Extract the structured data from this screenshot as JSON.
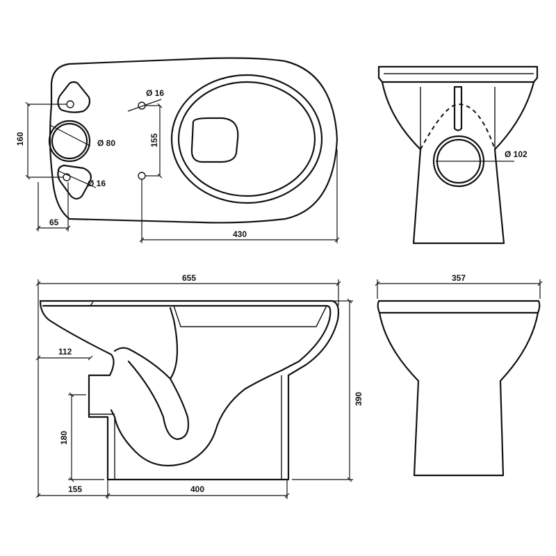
{
  "top_view": {
    "dim_160": "160",
    "dim_155": "155",
    "dim_65": "65",
    "dim_430": "430",
    "dia_80": "Ø 80",
    "dia_16_top": "Ø 16",
    "dia_16_bottom": "Ø 16"
  },
  "rear_view": {
    "dia_102": "Ø 102"
  },
  "side_view": {
    "dim_655": "655",
    "dim_112": "112",
    "dim_180": "180",
    "dim_390": "390",
    "dim_155": "155",
    "dim_400": "400"
  },
  "front_view": {
    "dim_357": "357"
  },
  "colors": {
    "line": "#111111",
    "background": "#ffffff"
  }
}
